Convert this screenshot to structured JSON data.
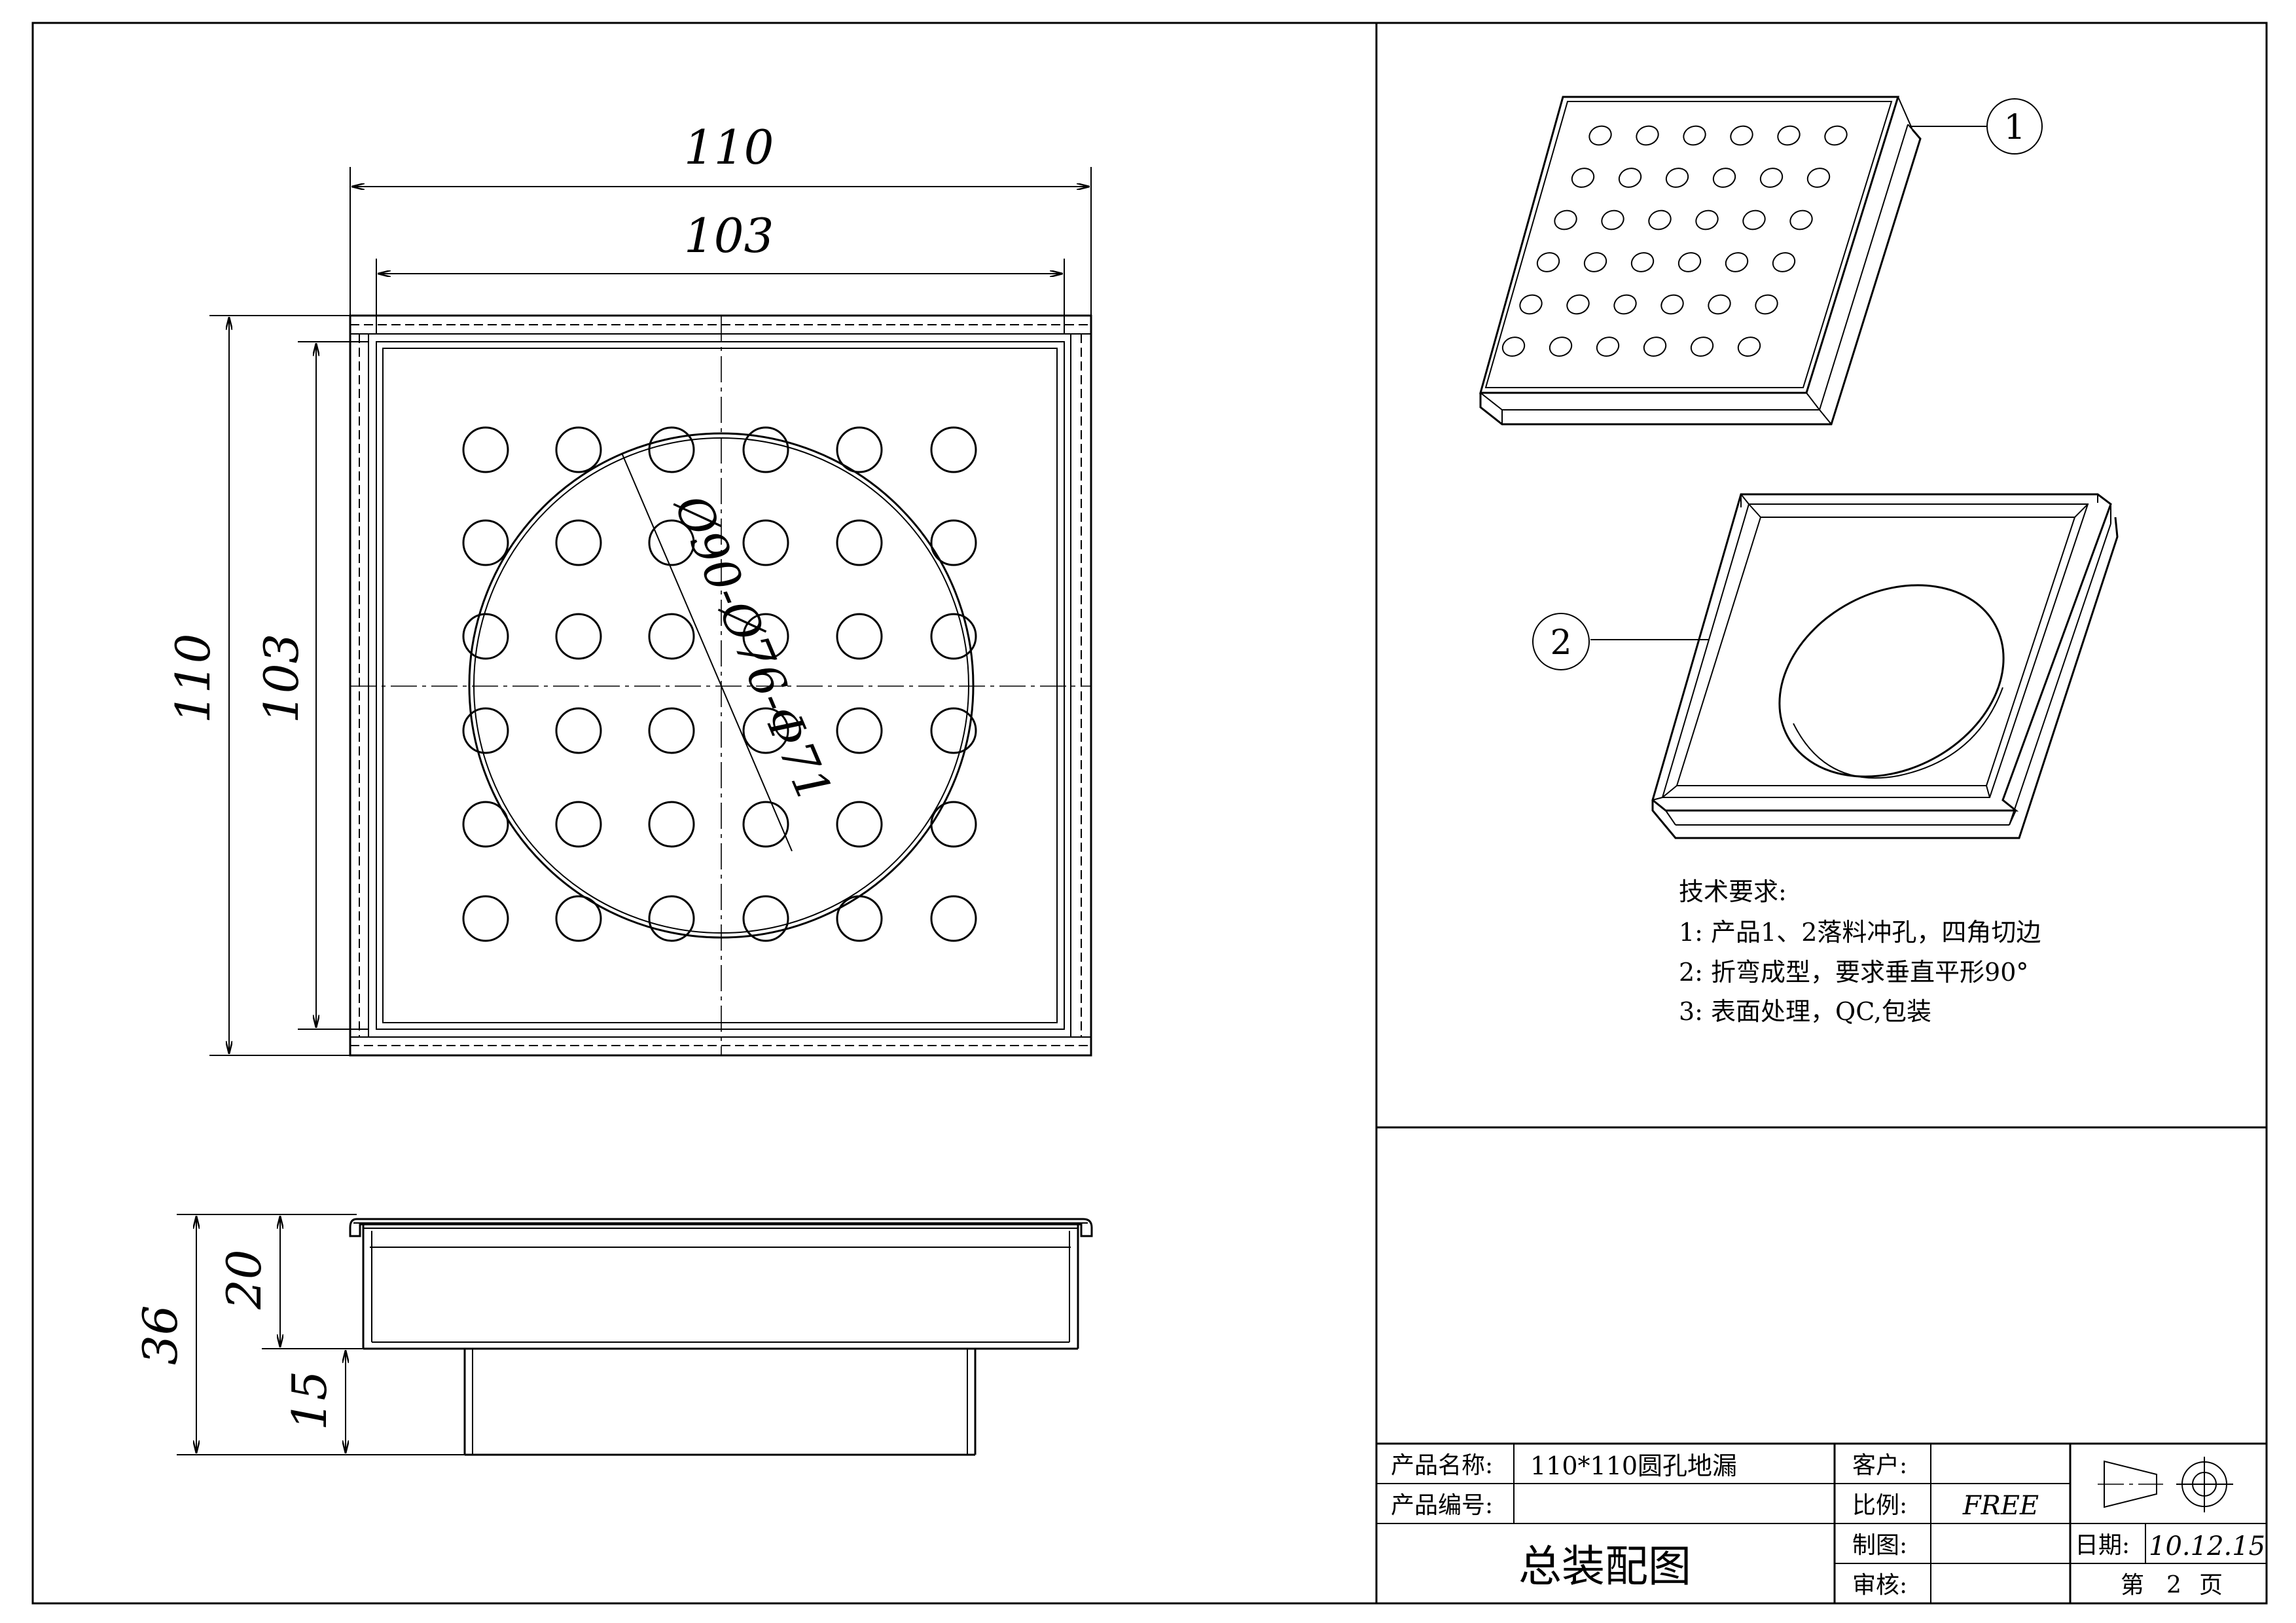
{
  "front_view": {
    "outer_width": "110",
    "inner_width": "103",
    "outer_height": "110",
    "inner_height": "103",
    "circle_label": "Ø90-Ø76-Φ71"
  },
  "side_view": {
    "total_height": "36",
    "upper_height": "20",
    "lower_height": "15"
  },
  "balloons": {
    "part1": "1",
    "part2": "2"
  },
  "tech_notes": {
    "heading": "技术要求:",
    "items": [
      "1: 产品1、2落料冲孔，四角切边",
      "2: 折弯成型，要求垂直平形90°",
      "3: 表面处理，QC,包装"
    ]
  },
  "title_block": {
    "product_name_label": "产品名称:",
    "product_name_value": "110*110圆孔地漏",
    "product_no_label": "产品编号:",
    "product_no_value": "",
    "drawing_title": "总装配图",
    "customer_label": "客户:",
    "customer_value": "",
    "scale_label": "比例:",
    "scale_value": "FREE",
    "drawn_label": "制图:",
    "drawn_value": "",
    "checked_label": "审核:",
    "checked_value": "",
    "date_label": "日期:",
    "date_value": "10.12.15",
    "page_label_prefix": "第",
    "page_number": "2",
    "page_label_suffix": "页"
  },
  "icons": [
    "projection-symbol-icon"
  ]
}
